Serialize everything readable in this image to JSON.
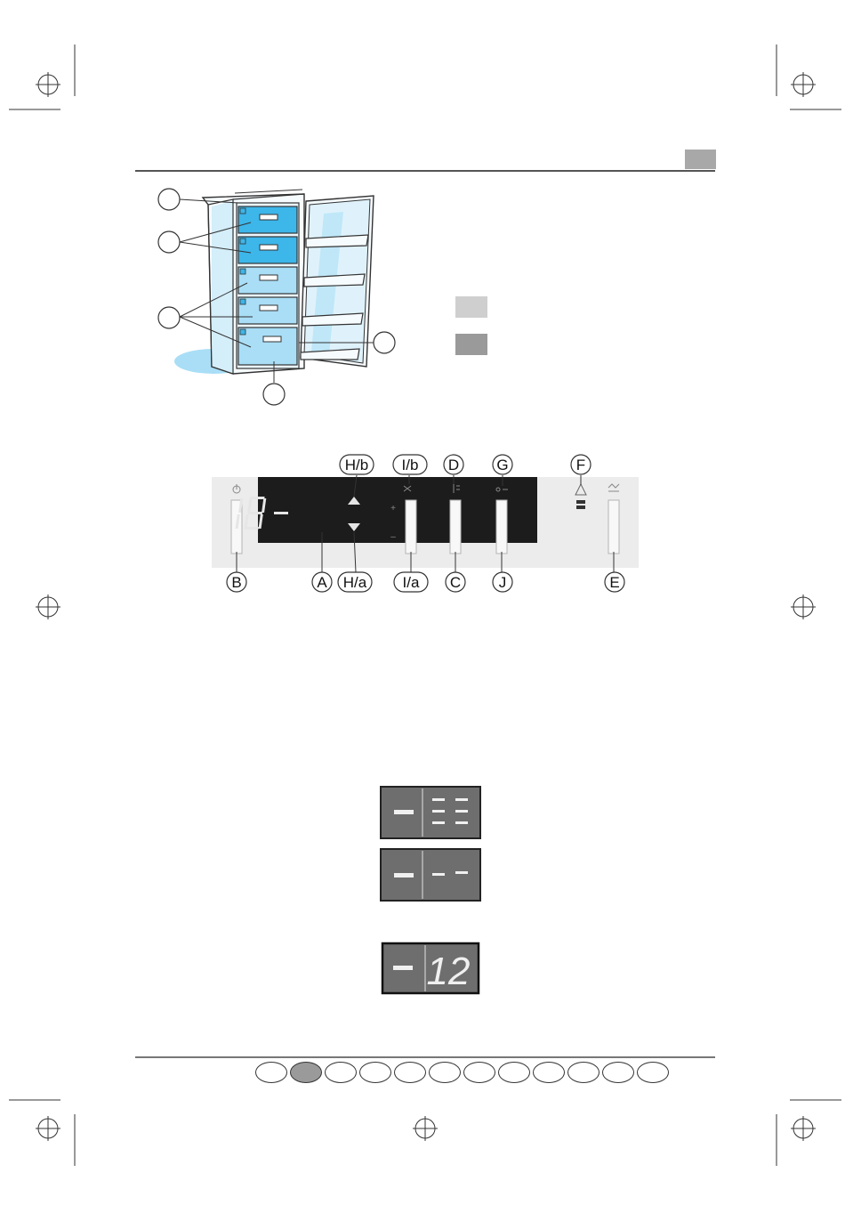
{
  "panel": {
    "temperature_sign": "-",
    "temperature_value": "18",
    "callouts_top": [
      "H/b",
      "I/b",
      "D",
      "G",
      "F"
    ],
    "callouts_bottom": [
      "B",
      "A",
      "H/a",
      "I/a",
      "C",
      "J",
      "E"
    ],
    "plus_sign": "+",
    "minus_sign": "–"
  },
  "displays": [
    {
      "sign": "-",
      "state": "dashes-stacked"
    },
    {
      "sign": "-",
      "state": "dashes-single"
    },
    {
      "sign": "-",
      "value": "12"
    }
  ],
  "legend_swatches": [
    {
      "color": "#cfcfcf"
    },
    {
      "color": "#9a9a9a"
    }
  ],
  "language_tabs": {
    "count": 12,
    "active_index": 1
  },
  "colors": {
    "drawer_blue": "#3db6ea",
    "drawer_light": "#a9def6",
    "panel_bg": "#ececec",
    "display_dark": "#1c1c1c",
    "header_tab": "#a8a8a8"
  }
}
